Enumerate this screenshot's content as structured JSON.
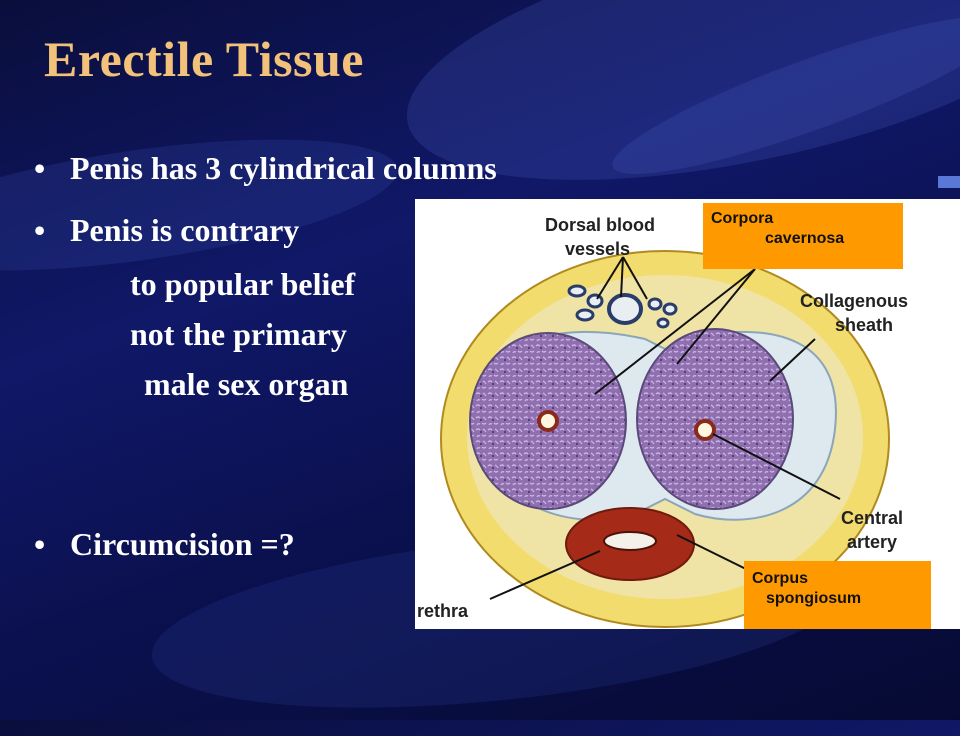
{
  "slide": {
    "title": "Erectile Tissue",
    "bullets": [
      {
        "mark": "•",
        "text": "Penis has 3 cylindrical columns"
      },
      {
        "mark": "•",
        "text": "Penis is contrary"
      },
      {
        "mark": "•",
        "text": "Circumcision =?"
      }
    ],
    "continuation": [
      "to popular belief",
      "not the primary",
      "male sex organ"
    ]
  },
  "figure": {
    "labels": {
      "dorsal_1": "Dorsal blood",
      "dorsal_2": "vessels",
      "collagenous_1": "Collagenous",
      "collagenous_2": "sheath",
      "central_1": "Central",
      "central_2": "artery",
      "urethra": "rethra"
    },
    "callouts": {
      "cavernosa_1": "Corpora",
      "cavernosa_2": "cavernosa",
      "spongiosum_1": "Corpus",
      "spongiosum_2": "spongiosum"
    },
    "colors": {
      "callout": "#ff9900",
      "sheath": "#f3dc6e",
      "erectile": "#8f6fb0",
      "spongiosum": "#a52a17"
    }
  }
}
